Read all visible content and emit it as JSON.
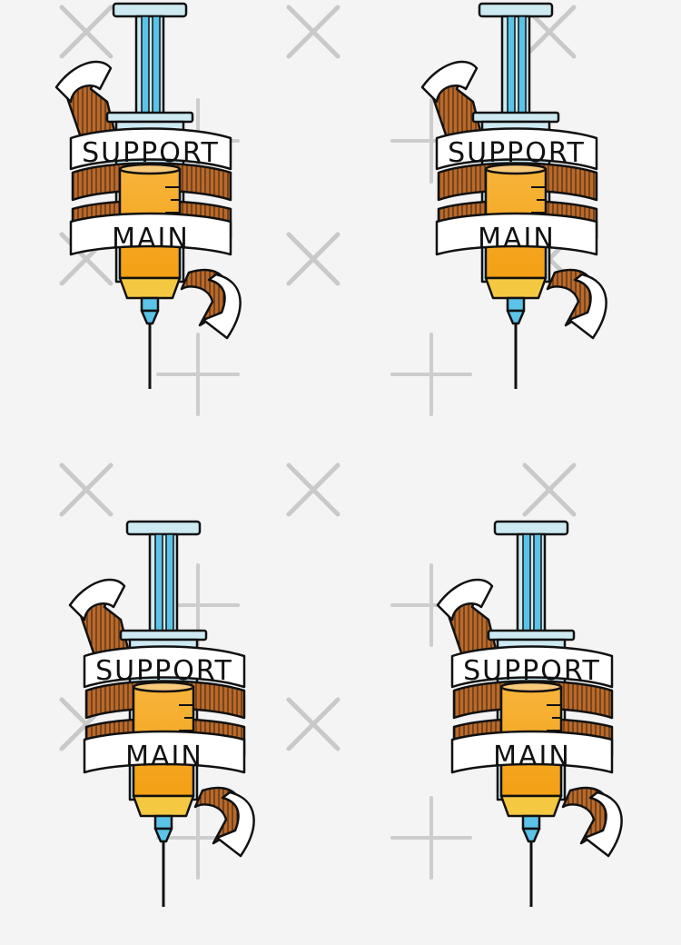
{
  "stickers": [
    {
      "top_label": "SUPPORT",
      "bottom_label": "MAIN"
    },
    {
      "top_label": "SUPPORT",
      "bottom_label": "MAIN"
    },
    {
      "top_label": "SUPPORT",
      "bottom_label": "MAIN"
    },
    {
      "top_label": "SUPPORT",
      "bottom_label": "MAIN"
    }
  ],
  "colors": {
    "background": "#f4f4f4",
    "plunger_blue": "#5bc3e8",
    "barrel_light_blue": "#cdeaf3",
    "liquid_orange": "#f6a91e",
    "needle_hub_yellow": "#f5c842",
    "ribbon_back_brown": "#b86a2c",
    "ribbon_front": "#ffffff",
    "outline": "#111111",
    "watermark": "#c8c8c8"
  },
  "watermark_icons": [
    "x-watermark-icon",
    "plus-watermark-icon"
  ]
}
